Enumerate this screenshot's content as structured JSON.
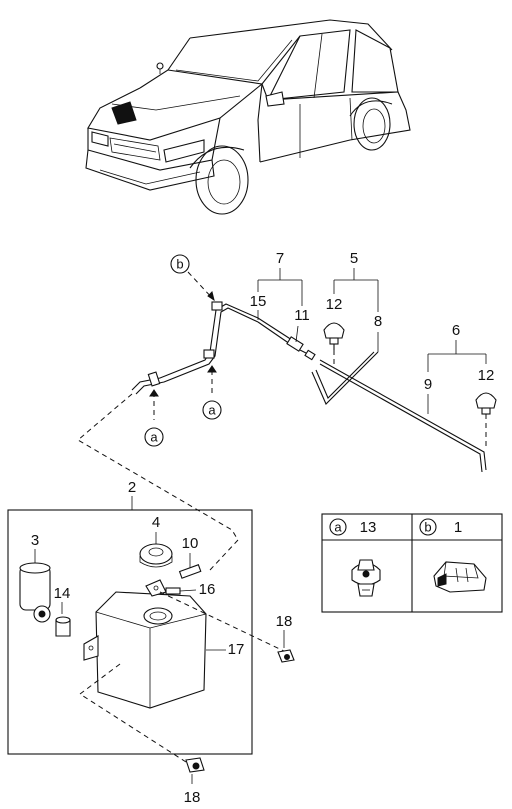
{
  "callouts": {
    "c2": "2",
    "c3": "3",
    "c4": "4",
    "c5": "5",
    "c6": "6",
    "c7": "7",
    "c8": "8",
    "c9": "9",
    "c10": "10",
    "c11": "11",
    "c12a": "12",
    "c12b": "12",
    "c14": "14",
    "c15": "15",
    "c16": "16",
    "c17": "17",
    "c18a": "18",
    "c18b": "18"
  },
  "refs": {
    "b_top": "b",
    "a_left": "a",
    "a_mid": "a"
  },
  "legend": {
    "a_marker": "a",
    "a_part": "13",
    "b_marker": "b",
    "b_part": "1"
  }
}
